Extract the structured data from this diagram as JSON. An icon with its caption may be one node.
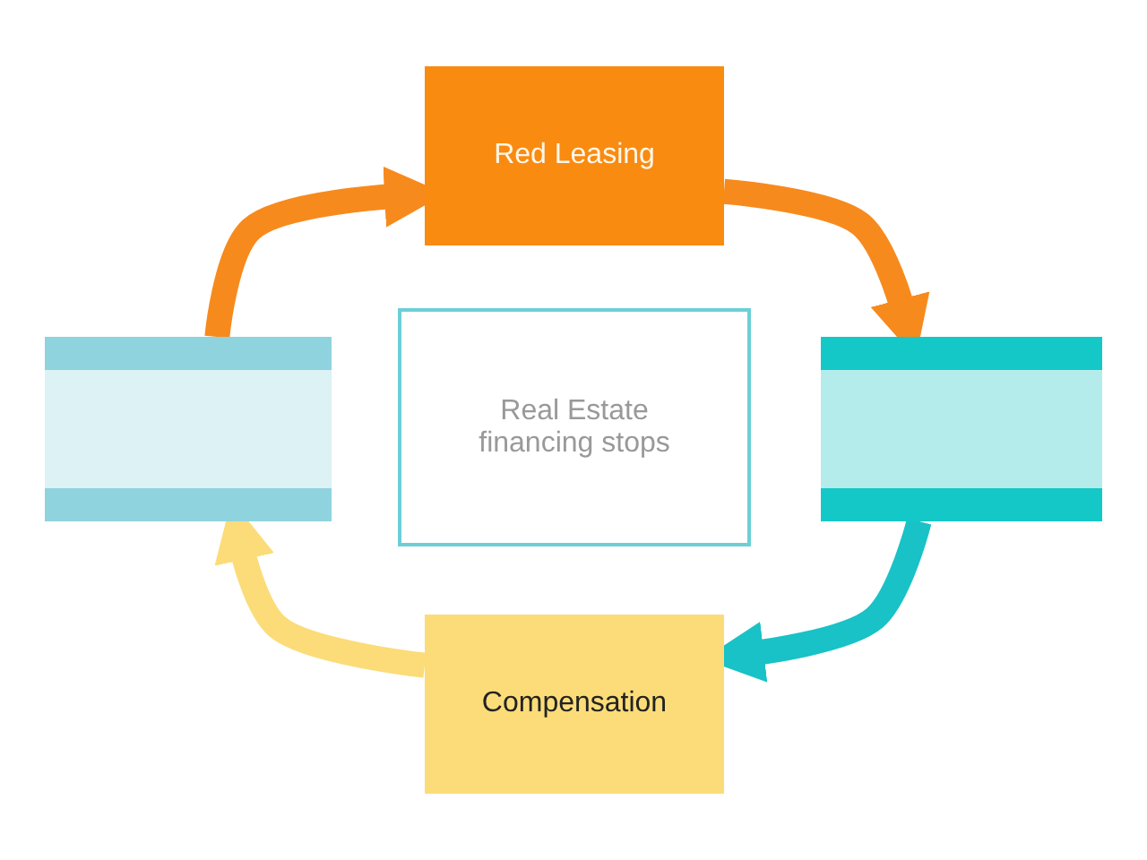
{
  "diagram": {
    "nodes": [
      {
        "text": [
          "Red Leasing"
        ]
      },
      {
        "text": [],
        "shape": "box"
      },
      {
        "text": [
          "Real Estate financing stops"
        ]
      },
      {
        "text": [],
        "shape": "box"
      },
      {
        "text": [
          "Compensation"
        ]
      }
    ],
    "edges": [
      {
        "from": 1,
        "to": 0,
        "arrow": "to",
        "color": "#f78a1d"
      },
      {
        "from": 0,
        "to": 3,
        "arrow": "to",
        "color": "#f78a1d"
      },
      {
        "from": 3,
        "to": 4,
        "arrow": "to",
        "color": "#18c2c6"
      },
      {
        "from": 4,
        "to": 1,
        "arrow": "to",
        "color": "#fbdc78"
      }
    ]
  }
}
